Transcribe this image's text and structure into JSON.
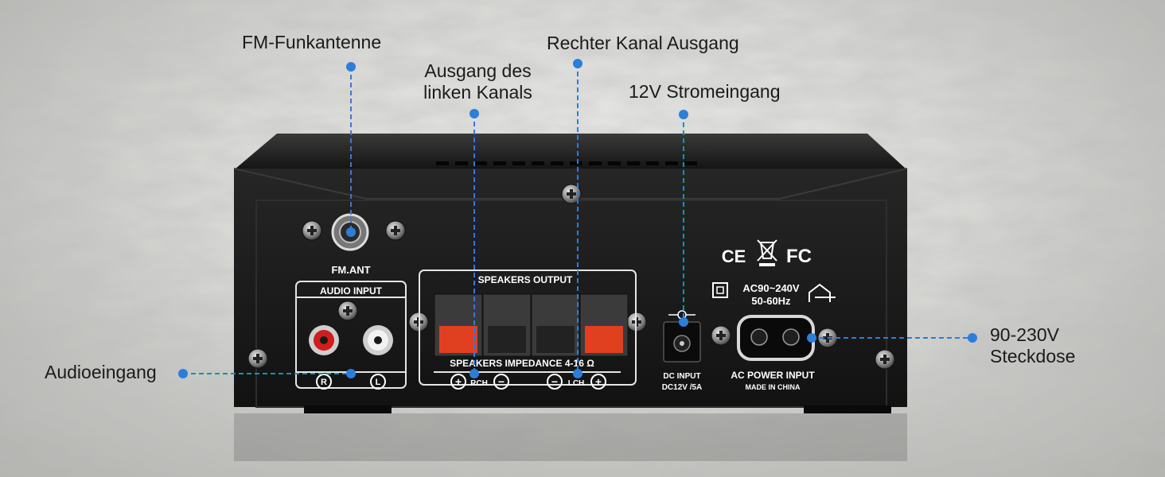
{
  "callouts": {
    "fm_antenna": "FM-Funkantenne",
    "right_channel_out": "Rechter Kanal Ausgang",
    "left_channel_out_line1": "Ausgang des",
    "left_channel_out_line2": "linken Kanals",
    "dc_input": "12V Stromeingang",
    "audio_input": "Audioeingang",
    "ac_socket_line1": "90-230V",
    "ac_socket_line2": "Steckdose"
  },
  "device_labels": {
    "fm_ant": "FM.ANT",
    "audio_input": "AUDIO INPUT",
    "speakers_output": "SPEAKERS OUTPUT",
    "speakers_impedance": "SPEAKERS IMPEDANCE 4-16 Ω",
    "rch": "RCH",
    "lch": "LCH",
    "jack_r": "R",
    "jack_l": "L",
    "dc_input": "DC INPUT",
    "dc_rating": "DC12V /5A",
    "ac_rating_1": "AC90~240V",
    "ac_rating_2": "50-60Hz",
    "ac_power_input": "AC POWER INPUT",
    "made_in": "MADE IN CHINA",
    "cert_ce": "CE",
    "cert_fc": "FC",
    "plus": "+",
    "minus": "−"
  },
  "colors": {
    "callout_line": "#2b7fd9",
    "chassis": "#1c1c1c",
    "rca_red": "#d01d1d",
    "rca_white": "#f2f2f2",
    "terminal_red": "#e0401f"
  },
  "icons": [
    "screw-icon",
    "recycle-bin-icon",
    "double-insulation-icon",
    "indoor-use-icon",
    "dc-polarity-icon"
  ]
}
